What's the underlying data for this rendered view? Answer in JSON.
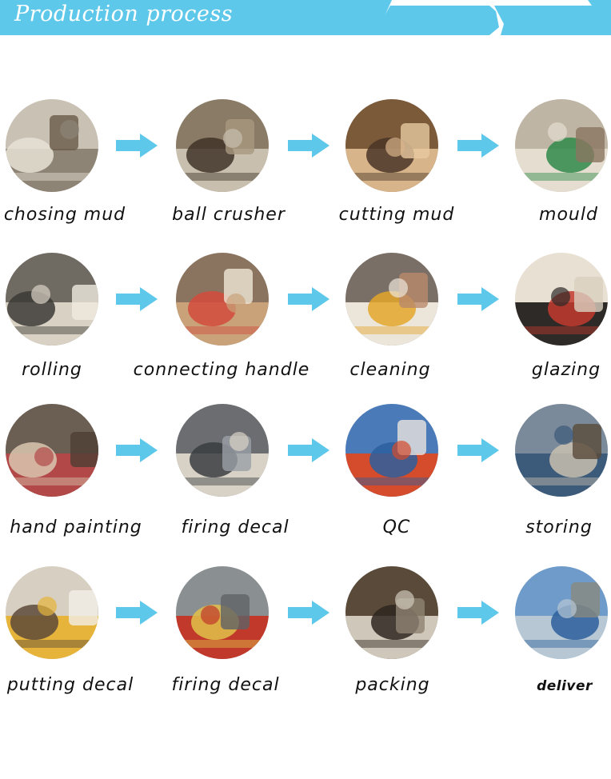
{
  "header": {
    "title": "Production process"
  },
  "colors": {
    "banner": "#5ec8ea",
    "arrow": "#5ec8ea"
  },
  "steps": [
    {
      "label": "chosing mud",
      "icon": "clay-yard-photo"
    },
    {
      "label": "ball crusher",
      "icon": "ball-crusher-photo"
    },
    {
      "label": "cutting mud",
      "icon": "clay-cylinders-photo"
    },
    {
      "label": "mould",
      "icon": "mould-press-photo"
    },
    {
      "label": "rolling",
      "icon": "rolling-photo"
    },
    {
      "label": "connecting handle",
      "icon": "handle-photo"
    },
    {
      "label": "cleaning",
      "icon": "sponge-cleaning-photo"
    },
    {
      "label": "glazing",
      "icon": "glazing-photo"
    },
    {
      "label": "hand painting",
      "icon": "hand-painting-photo"
    },
    {
      "label": "firing decal",
      "icon": "kiln-photo"
    },
    {
      "label": "QC",
      "icon": "quality-check-photo"
    },
    {
      "label": "storing",
      "icon": "warehouse-photo"
    },
    {
      "label": "putting decal",
      "icon": "decal-mugs-photo"
    },
    {
      "label": "firing  decal",
      "icon": "kiln-conveyor-photo"
    },
    {
      "label": "packing",
      "icon": "packing-hall-photo"
    },
    {
      "label": "deliver",
      "icon": "trucks-photo"
    }
  ]
}
